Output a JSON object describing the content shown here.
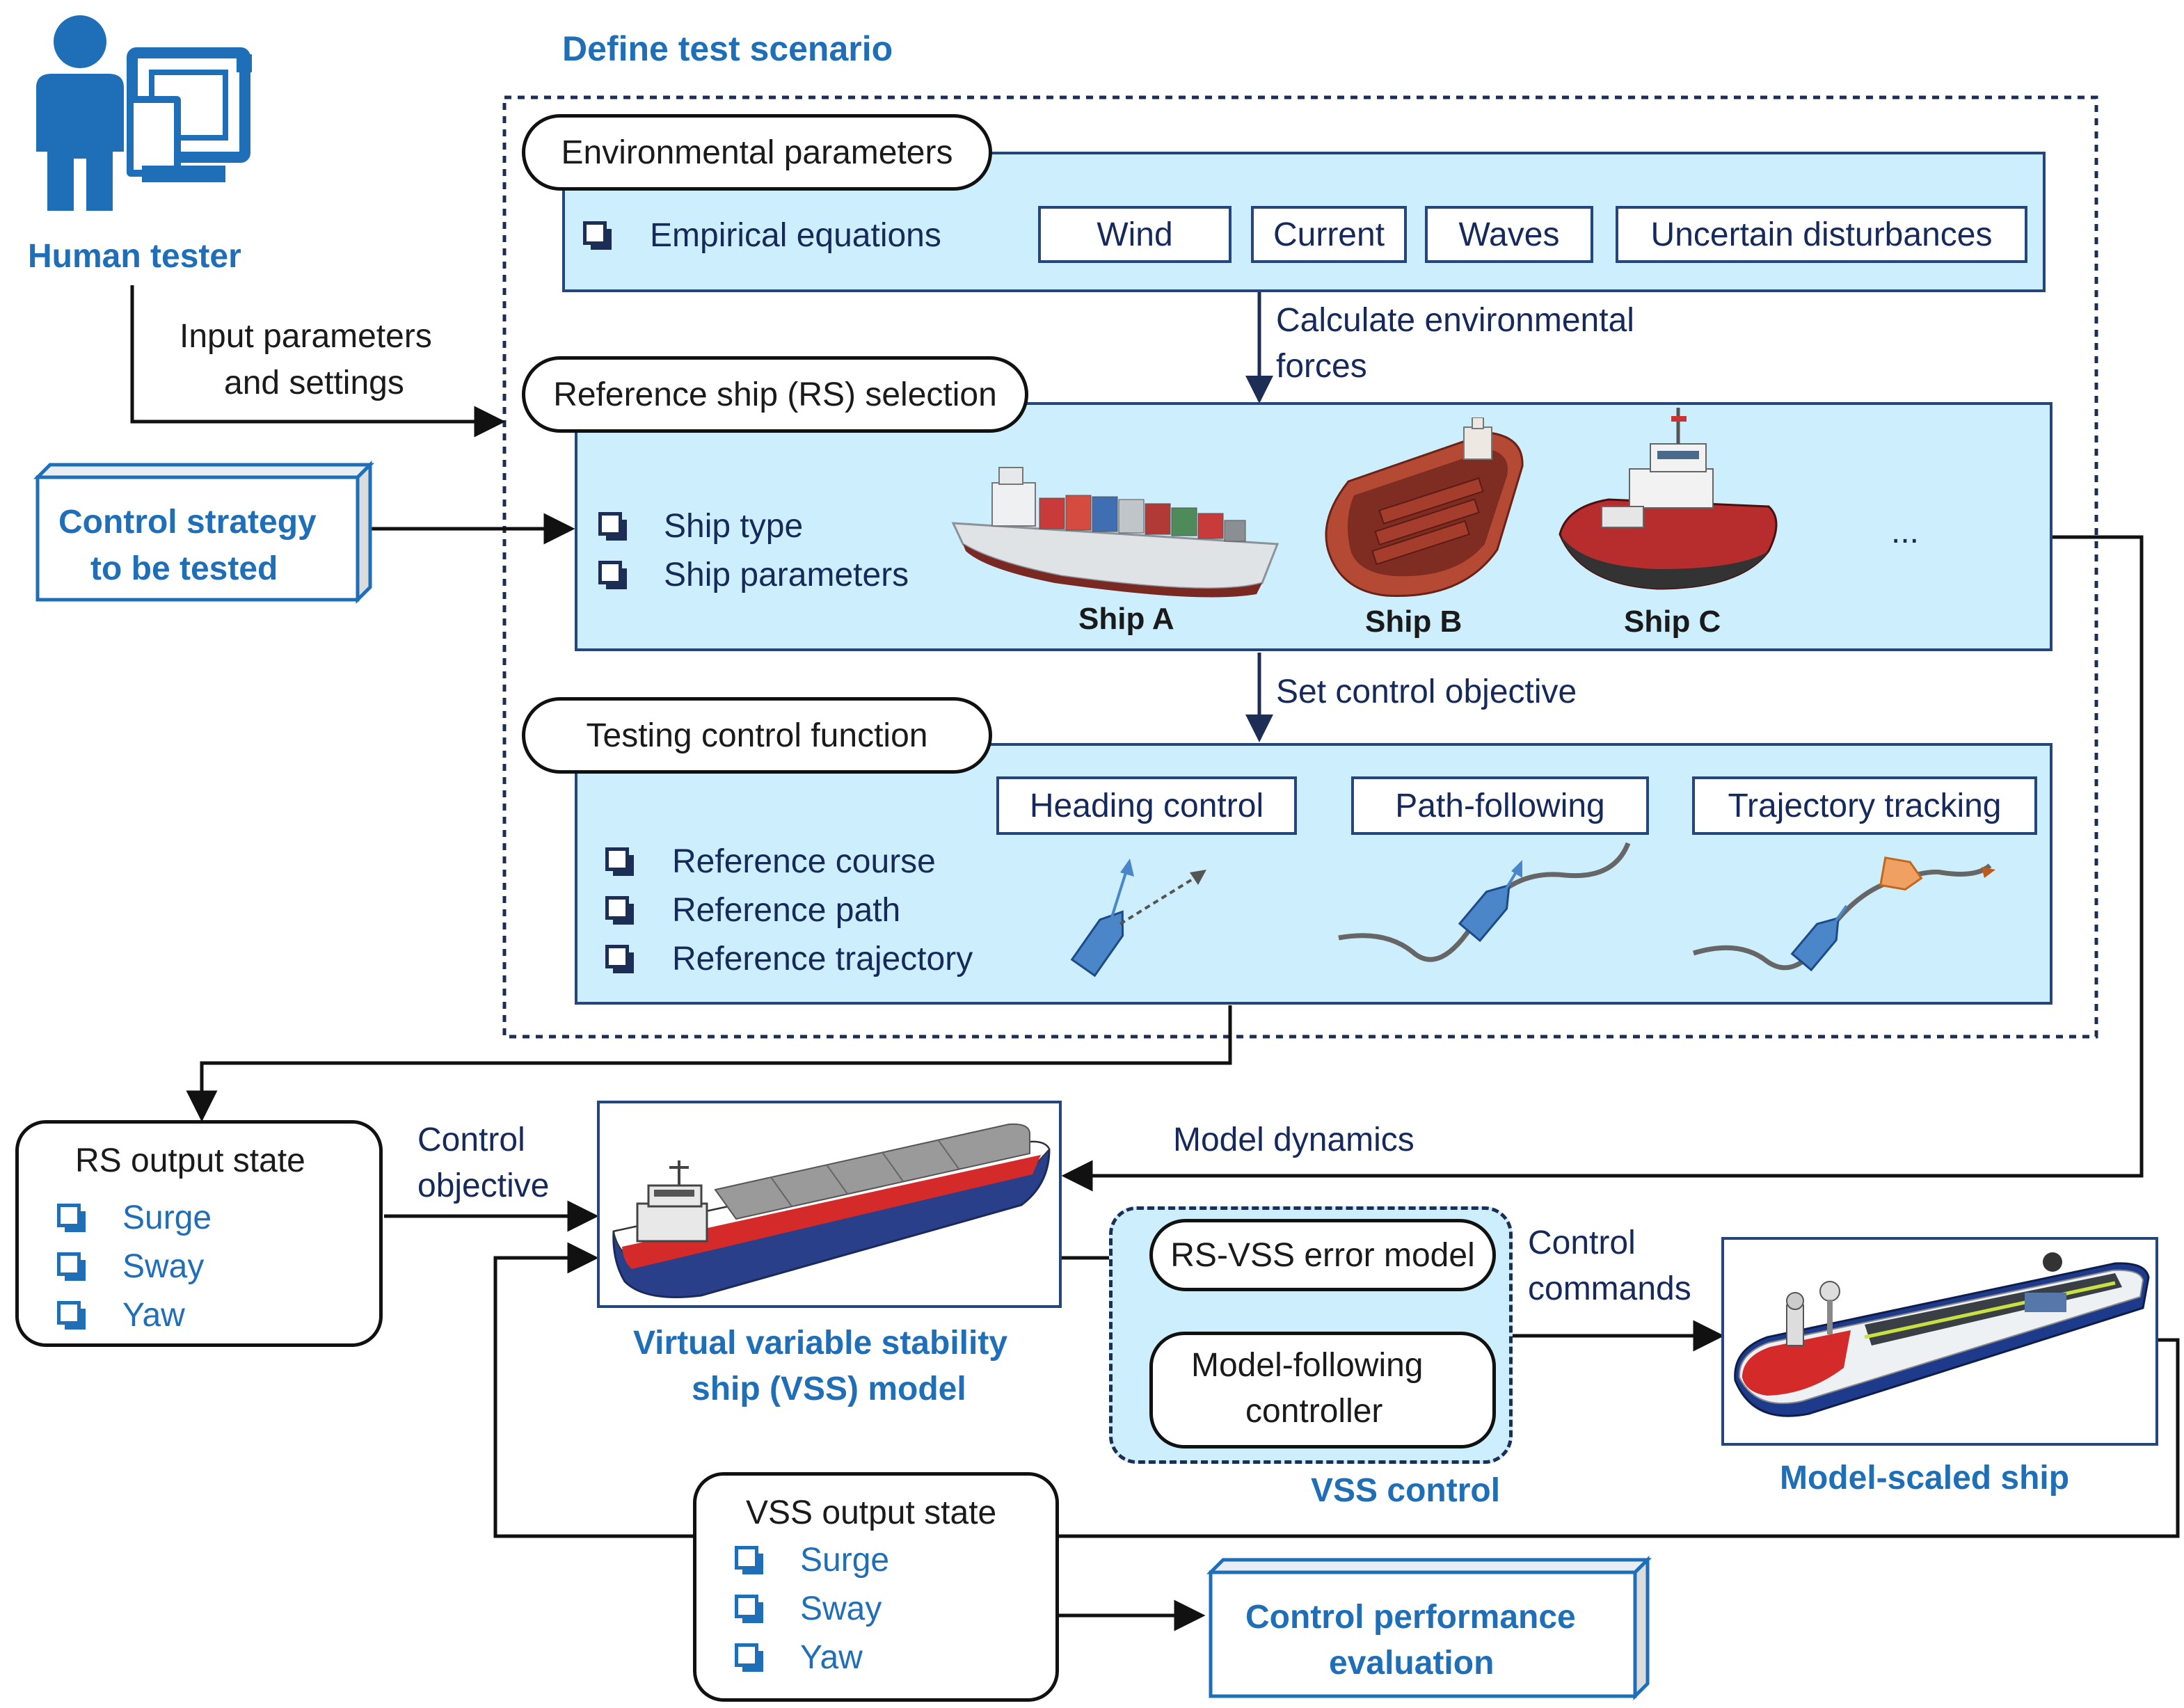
{
  "title": "Define test scenario",
  "tester": {
    "label": "Human tester",
    "icon": "human-tester-icon"
  },
  "edges": {
    "input_params": [
      "Input parameters",
      "and settings"
    ],
    "calc_env": [
      "Calculate environmental",
      "forces"
    ],
    "set_objective": "Set control objective",
    "control_objective": [
      "Control",
      "objective"
    ],
    "model_dynamics": "Model dynamics",
    "control_commands": [
      "Control",
      "commands"
    ]
  },
  "control_strategy": [
    "Control strategy",
    "to be tested"
  ],
  "environment": {
    "header": "Environmental parameters",
    "check_items": [
      "Empirical equations"
    ],
    "boxes": [
      "Wind",
      "Current",
      "Waves",
      "Uncertain disturbances"
    ]
  },
  "reference_ship": {
    "header": "Reference ship (RS) selection",
    "check_items": [
      "Ship type",
      "Ship parameters"
    ],
    "ships": [
      "Ship A",
      "Ship B",
      "Ship C"
    ],
    "more": "..."
  },
  "control_function": {
    "header": "Testing control function",
    "check_items": [
      "Reference course",
      "Reference path",
      "Reference trajectory"
    ],
    "modes": [
      "Heading control",
      "Path-following",
      "Trajectory tracking"
    ]
  },
  "rs_output": {
    "title": "RS output state",
    "items": [
      "Surge",
      "Sway",
      "Yaw"
    ]
  },
  "vss_model": {
    "caption": [
      "Virtual variable stability",
      "ship (VSS) model"
    ]
  },
  "vss_control": {
    "error_model": "RS-VSS error model",
    "controller": [
      "Model-following",
      "controller"
    ],
    "caption": "VSS control"
  },
  "model_scaled": {
    "caption": "Model-scaled ship"
  },
  "vss_output": {
    "title": "VSS output state",
    "items": [
      "Surge",
      "Sway",
      "Yaw"
    ]
  },
  "evaluation": [
    "Control performance",
    "evaluation"
  ],
  "colors": {
    "accent": "#1f6fb8",
    "panel": "#cdeefc",
    "navy": "#15295a",
    "ship_blue": "#4a86c8"
  }
}
